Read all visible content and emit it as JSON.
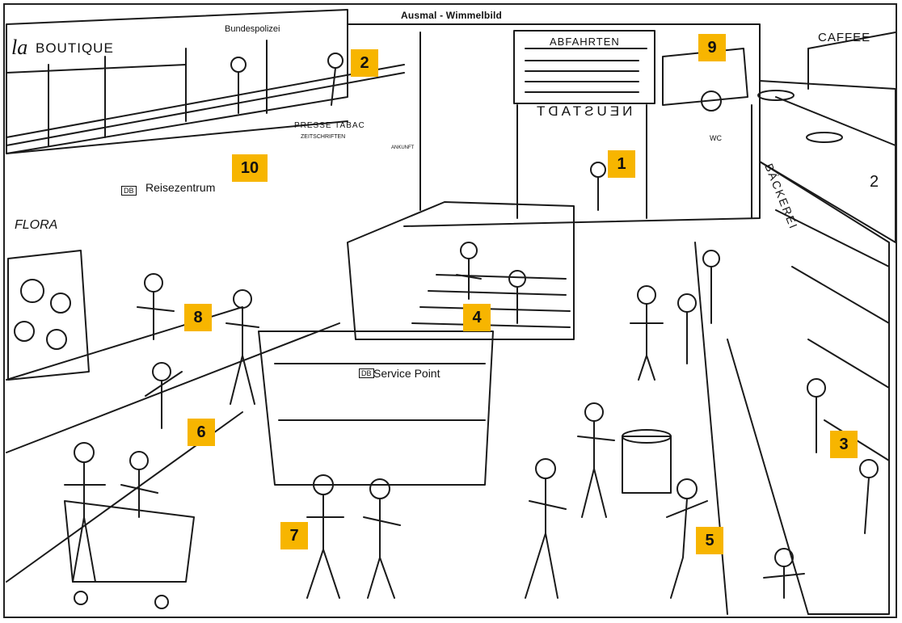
{
  "heading": "Ausmal - Wimmelbild",
  "markers": [
    {
      "label": "1"
    },
    {
      "label": "2"
    },
    {
      "label": "3"
    },
    {
      "label": "4"
    },
    {
      "label": "5"
    },
    {
      "label": "6"
    },
    {
      "label": "7"
    },
    {
      "label": "8"
    },
    {
      "label": "9"
    },
    {
      "label": "10"
    }
  ],
  "signs": {
    "boutique_script": "la",
    "boutique": "BOUTIQUE",
    "bundespolizei": "Bundespolizei",
    "abfahrten": "ABFAHRTEN",
    "neustadt_mirrored": "NEUSTADT",
    "caffee": "CAFFEE",
    "presse_tabac": "PRESSE TABAC",
    "zeitschriften": "ZEITSCHRIFTEN",
    "reisezentrum": "Reisezentrum",
    "db": "DB",
    "flora": "FLORA",
    "service_point": "Service Point",
    "baeckerei": "BÄCKEREI",
    "wc": "WC",
    "ankunft": "ANKUNFT",
    "boarding_number": "2"
  },
  "style": {
    "marker_color": "#f7b500",
    "ink_color": "#1a1a1a",
    "background_color": "#ffffff"
  }
}
